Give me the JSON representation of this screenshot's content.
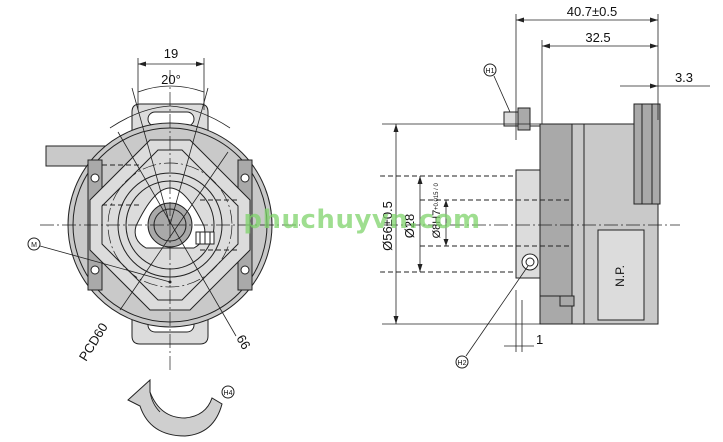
{
  "dimensions": {
    "width_19": "19",
    "angle_20": "20°",
    "pcd60": "PCD60",
    "dim_66": "66",
    "length_40_7": "40.7±0.5",
    "length_32_5": "32.5",
    "length_3_3": "3.3",
    "dia_56": "Ø56±0.5",
    "dia_28": "Ø28",
    "dia_8": "Ø8H7",
    "dia_8_tol": "+0.015 / 0",
    "gap_1": "1"
  },
  "callouts": {
    "m": "M",
    "h1": "H1",
    "h2": "H2",
    "h4": "H4"
  },
  "nameplate": "N.P.",
  "watermark": "phuchuyvn.com"
}
